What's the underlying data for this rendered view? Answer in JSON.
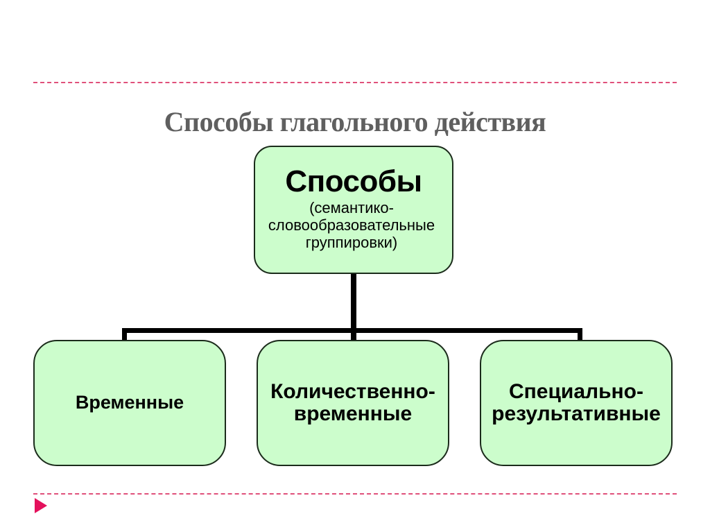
{
  "slide": {
    "title": "Способы глагольного действия",
    "background_color": "#ffffff",
    "title_color": "#5f5f5f",
    "rule_color": "#e0507a",
    "marker_color": "#e4115c",
    "node_fill": "#ccfdcc",
    "node_border": "#1b2b1b",
    "connector_color": "#000000"
  },
  "diagram": {
    "type": "tree",
    "root": {
      "headline": "Способы",
      "subline": "(семантико-словообразовательные группировки)"
    },
    "children": [
      {
        "label": "Временные"
      },
      {
        "label_line1": "Количественно-",
        "label_line2": "временные"
      },
      {
        "label_line1": "Специально-",
        "label_line2": "результативные"
      }
    ]
  }
}
